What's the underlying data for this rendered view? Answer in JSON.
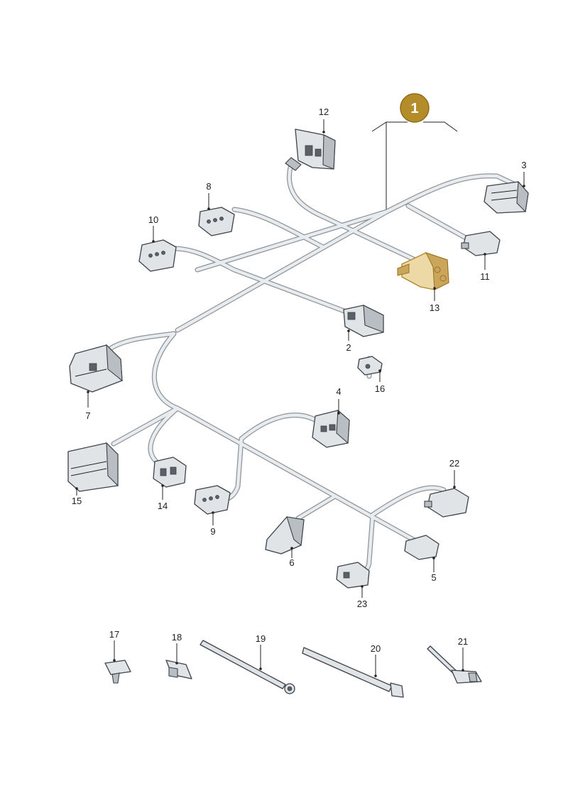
{
  "assembly": {
    "number": "1",
    "color": "#b48c2a"
  },
  "highlight_color": "#e8d49c",
  "parts": [
    {
      "id": "p2",
      "label": "2"
    },
    {
      "id": "p3",
      "label": "3"
    },
    {
      "id": "p4",
      "label": "4"
    },
    {
      "id": "p5",
      "label": "5"
    },
    {
      "id": "p6",
      "label": "6"
    },
    {
      "id": "p7",
      "label": "7"
    },
    {
      "id": "p8",
      "label": "8"
    },
    {
      "id": "p9",
      "label": "9"
    },
    {
      "id": "p10",
      "label": "10"
    },
    {
      "id": "p11",
      "label": "11"
    },
    {
      "id": "p12",
      "label": "12"
    },
    {
      "id": "p13",
      "label": "13"
    },
    {
      "id": "p14",
      "label": "14"
    },
    {
      "id": "p15",
      "label": "15"
    },
    {
      "id": "p16",
      "label": "16"
    },
    {
      "id": "p17",
      "label": "17"
    },
    {
      "id": "p18",
      "label": "18"
    },
    {
      "id": "p19",
      "label": "19"
    },
    {
      "id": "p20",
      "label": "20"
    },
    {
      "id": "p21",
      "label": "21"
    },
    {
      "id": "p22",
      "label": "22"
    },
    {
      "id": "p23",
      "label": "23"
    }
  ]
}
